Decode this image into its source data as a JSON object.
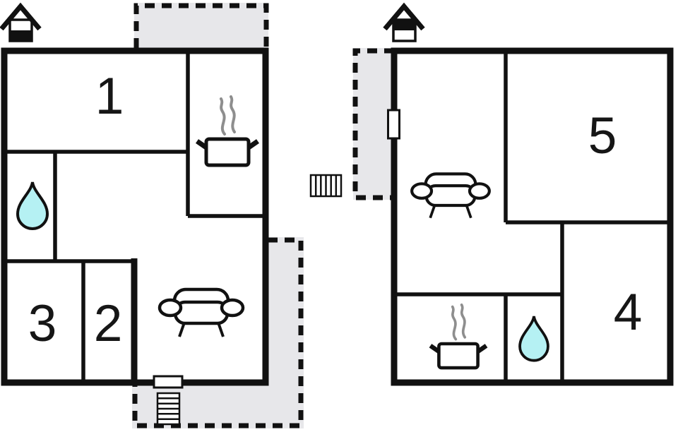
{
  "colors": {
    "wall": "#111111",
    "terrace_fill": "#e7e7ea",
    "water_fill": "#b5f1f3",
    "steam": "#8e8e8e",
    "background": "#ffffff"
  },
  "lower_plan": {
    "floor_icon": "house-lower-floor-icon",
    "rooms": [
      {
        "label": "1"
      },
      {
        "label": "2"
      },
      {
        "label": "3"
      }
    ],
    "icons": [
      "water-drop-icon",
      "cooking-pot-icon",
      "sofa-icon",
      "entry-door-icon",
      "outdoor-stairs-icon"
    ]
  },
  "upper_plan": {
    "floor_icon": "house-upper-floor-icon",
    "rooms": [
      {
        "label": "4"
      },
      {
        "label": "5"
      }
    ],
    "icons": [
      "sofa-icon",
      "cooking-pot-icon",
      "water-drop-icon",
      "door-icon"
    ]
  },
  "connector": {
    "icon": "stairs-icon"
  }
}
